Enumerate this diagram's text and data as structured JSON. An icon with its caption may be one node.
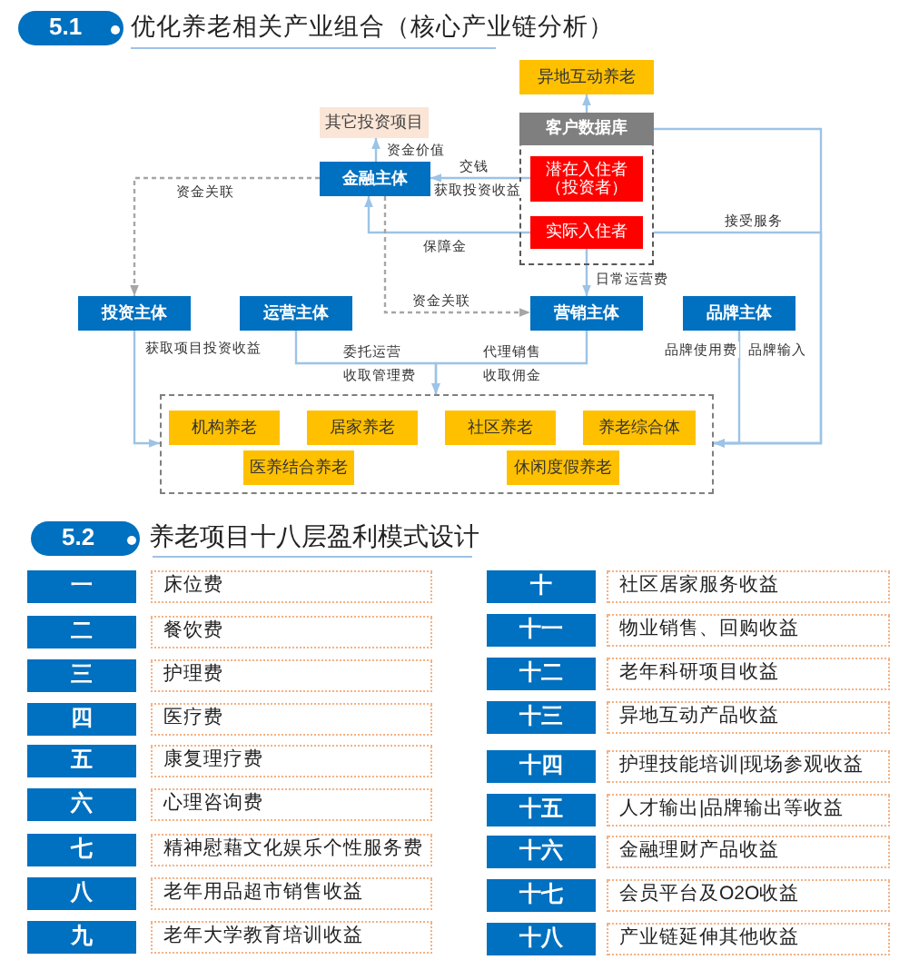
{
  "diagram": {
    "nodes": [
      {
        "text": [
          "5.1"
        ]
      },
      {
        "text": [
          "异地互动养老"
        ]
      },
      {
        "text": [
          "其它投资项目"
        ]
      },
      {
        "text": [
          "客户数据库"
        ]
      },
      {
        "text": [
          "潜在入住者（投资者）"
        ],
        "in": 3
      },
      {
        "text": [
          "实际入住者"
        ],
        "in": 3
      },
      {
        "text": [
          "金融主体"
        ]
      },
      {
        "text": [
          "投资主体"
        ]
      },
      {
        "text": [
          "运营主体"
        ]
      },
      {
        "text": [
          "营销主体"
        ]
      },
      {
        "text": [
          "品牌主体"
        ]
      },
      {
        "text": [],
        "shape": "box"
      },
      {
        "text": [
          "机构养老"
        ],
        "in": 11
      },
      {
        "text": [
          "居家养老"
        ],
        "in": 11
      },
      {
        "text": [
          "社区养老"
        ],
        "in": 11
      },
      {
        "text": [
          "养老综合体"
        ],
        "in": 11
      },
      {
        "text": [
          "医养结合养老"
        ],
        "in": 11
      },
      {
        "text": [
          "休闲度假养老"
        ],
        "in": 11
      },
      {
        "text": [
          "5.2"
        ]
      },
      {
        "text": [
          "一"
        ]
      },
      {
        "text": [
          "床位费"
        ]
      },
      {
        "text": [
          "十"
        ]
      },
      {
        "text": [
          "社区居家服务收益"
        ]
      },
      {
        "text": [
          "二"
        ]
      },
      {
        "text": [
          "餐饮费"
        ]
      },
      {
        "text": [
          "十一"
        ]
      },
      {
        "text": [
          "物业销售、回购收益"
        ]
      },
      {
        "text": [
          "三"
        ]
      },
      {
        "text": [
          "护理费"
        ]
      },
      {
        "text": [
          "十二"
        ]
      },
      {
        "text": [
          "老年科研项目收益"
        ]
      },
      {
        "text": [
          "四"
        ]
      },
      {
        "text": [
          "医疗费"
        ]
      },
      {
        "text": [
          "十三"
        ]
      },
      {
        "text": [
          "异地互动产品收益"
        ]
      },
      {
        "text": [
          "五"
        ]
      },
      {
        "text": [
          "康复理疗费"
        ]
      },
      {
        "text": [
          "十四"
        ]
      },
      {
        "text": [
          "护理技能培训|现场参观收益"
        ]
      },
      {
        "text": [
          "六"
        ]
      },
      {
        "text": [
          "心理咨询费"
        ]
      },
      {
        "text": [
          "十五"
        ]
      },
      {
        "text": [
          "人才输出|品牌输出等收益"
        ]
      },
      {
        "text": [
          "七"
        ]
      },
      {
        "text": [
          "精神慰藉文化娱乐个性服务费"
        ]
      },
      {
        "text": [
          "十六"
        ]
      },
      {
        "text": [
          "金融理财产品收益"
        ]
      },
      {
        "text": [
          "八"
        ]
      },
      {
        "text": [
          "老年用品超市销售收益"
        ]
      },
      {
        "text": [
          "十七"
        ]
      },
      {
        "text": [
          "会员平台及O2O收益"
        ]
      },
      {
        "text": [
          "九"
        ]
      },
      {
        "text": [
          "老年大学教育培训收益"
        ]
      },
      {
        "text": [
          "十八"
        ]
      },
      {
        "text": [
          "产业链延伸其他收益"
        ]
      }
    ],
    "edges": [
      {
        "from": 3,
        "to": 1,
        "arrow": "to"
      },
      {
        "from": 6,
        "to": 2,
        "arrow": "to",
        "label": "资金价值"
      },
      {
        "from": 4,
        "to": 6,
        "arrow": "to",
        "label": "交钱"
      },
      {
        "from": 5,
        "to": 6,
        "arrow": "to",
        "label": "保障金"
      },
      {
        "from": 6,
        "to": 7,
        "arrow": "to",
        "label": "资金关联",
        "style": "dashed",
        "color": "#a6a6a6"
      },
      {
        "from": 6,
        "to": 9,
        "arrow": "to",
        "label": "资金关联",
        "style": "dashed",
        "color": "#a6a6a6"
      },
      {
        "from": 5,
        "to": 9,
        "arrow": "to",
        "label": "日常运营费"
      },
      {
        "from": 7,
        "to": 11,
        "arrow": "to",
        "label": "获取项目投资收益"
      },
      {
        "from": 8,
        "to": 11,
        "arrow": "to",
        "label": "委托运营"
      },
      {
        "from": 9,
        "to": 11,
        "arrow": "to",
        "label": "代理销售"
      },
      {
        "from": 10,
        "to": 11,
        "arrow": "to",
        "label": "品牌使用费"
      },
      {
        "from": 3,
        "to": 11,
        "arrow": "to",
        "label": "接受服务"
      },
      {
        "from": 3,
        "to": 11,
        "arrow": "to"
      }
    ],
    "labels": [
      "优化养老相关产业组合（核心产业链分析）",
      "获取投资收益",
      "品牌输入",
      "收取管理费",
      "收取佣金",
      "养老项目十八层盈利模式设计"
    ]
  }
}
